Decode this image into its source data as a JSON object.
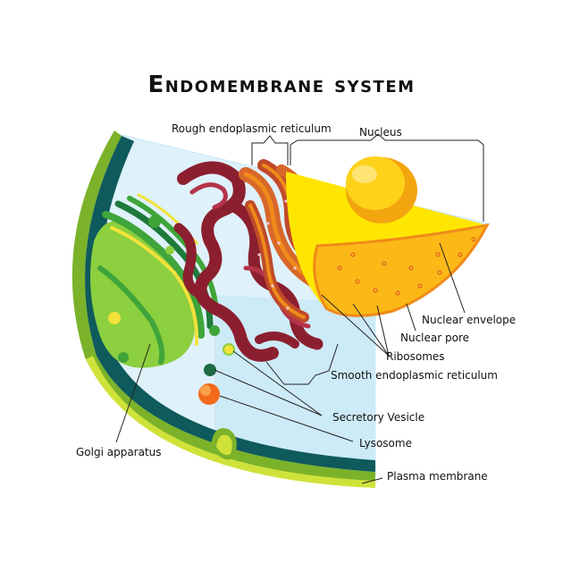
{
  "title": "Endomembrane system",
  "labels": {
    "rough_er": "Rough endoplasmic reticulum",
    "nucleus": "Nucleus",
    "nuclear_envelope": "Nuclear envelope",
    "nuclear_pore": "Nuclear pore",
    "ribosomes": "Ribosomes",
    "smooth_er": "Smooth endoplasmic reticulum",
    "secretory_vesicle": "Secretory Vesicle",
    "lysosome": "Lysosome",
    "golgi": "Golgi apparatus",
    "plasma_membrane": "Plasma membrane"
  },
  "colors": {
    "cytoplasm": "#dff1fb",
    "cytoplasm_edge": "#c9e8f6",
    "cell_wall_dark": "#0e5a5c",
    "cell_membrane_green": "#7bb22a",
    "membrane_yellow": "#cfe23a",
    "golgi_light": "#8ccf3f",
    "golgi_mid": "#3fa53a",
    "golgi_dark": "#1e7a3a",
    "golgi_yellow": "#f2e23a",
    "smooth_er": "#8c1f2f",
    "smooth_er_light": "#b3344a",
    "rough_er": "#d8672a",
    "rough_er_orange": "#f08a1a",
    "nucleus_yellow": "#ffe600",
    "nucleus_orange": "#fbb816",
    "nucleolus": "#f2a50f",
    "lysosome": "#f26a1a",
    "vesicle_green": "#1e6b44"
  }
}
